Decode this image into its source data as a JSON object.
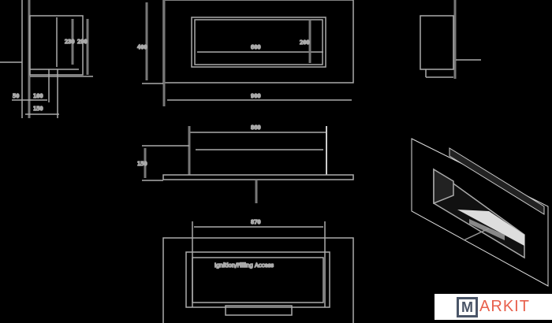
{
  "drawing": {
    "front_view": {
      "width_label": "900",
      "height_label": "400",
      "window_width_label": "600",
      "window_height_label": "200"
    },
    "left_side_view": {
      "depth_label_1": "230",
      "depth_label_2": "290",
      "bottom_label_1": "50",
      "bottom_label_2": "100",
      "bottom_label_3": "150"
    },
    "top_view": {
      "width_label": "860",
      "depth_label": "150"
    },
    "bottom_view": {
      "width_label": "870",
      "note": "Ignition/Filling Access"
    }
  },
  "logo": {
    "text": "MARKIT",
    "letter_box": "M",
    "rest": "ARKIT"
  },
  "colors": {
    "background": "#000000",
    "lines": "#b0b0b0",
    "logo_accent": "#e8604c",
    "logo_box": "#4a5568"
  }
}
